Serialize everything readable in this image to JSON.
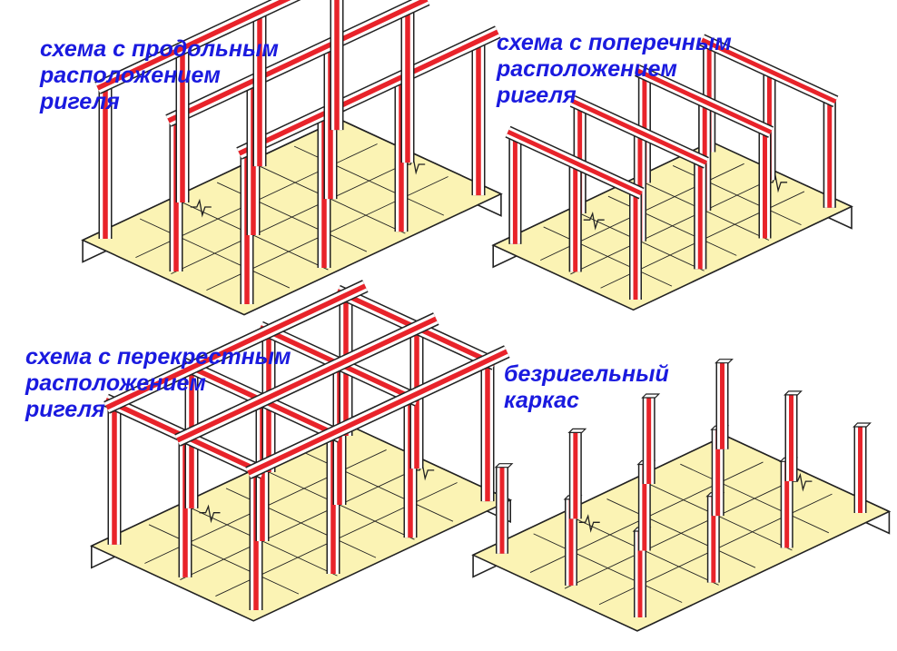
{
  "colors": {
    "caption": "#1a1adf",
    "frame_member": "#e8232a",
    "floor_slab": "#fbf3b4",
    "outline": "#222222",
    "background": "#ffffff"
  },
  "schemes": [
    {
      "id": "longitudinal",
      "caption": "схема с продольным\nрасположением\nригеля"
    },
    {
      "id": "transverse",
      "caption": "схема с поперечным\nрасположением\nригеля"
    },
    {
      "id": "cross",
      "caption": "схема с перекрестным\nрасположением\nригеля"
    },
    {
      "id": "beamless",
      "caption": "безригельный\nкаркас"
    }
  ]
}
